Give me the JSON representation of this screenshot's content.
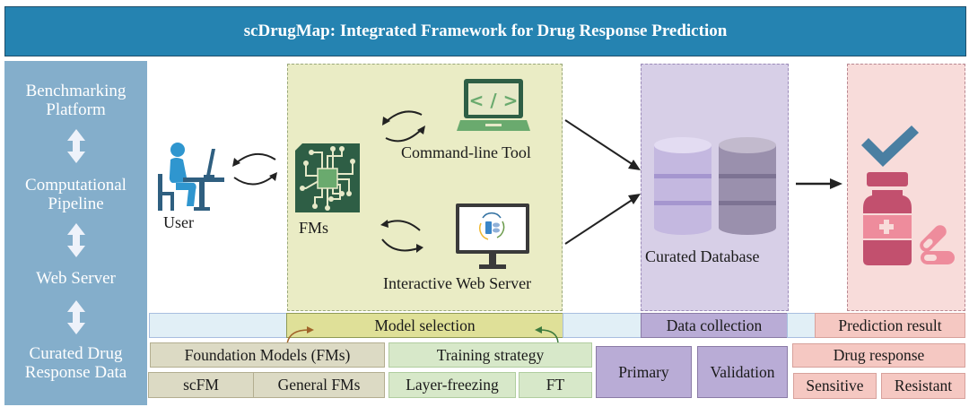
{
  "header": {
    "title": "scDrugMap: Integrated Framework for Drug Response Prediction",
    "background_color": "#2583b1"
  },
  "sidebar": {
    "items": [
      {
        "label_line1": "Benchmarking",
        "label_line2": "Platform"
      },
      {
        "label_line1": "Computational",
        "label_line2": "Pipeline"
      },
      {
        "label_line1": "Web Server",
        "label_line2": ""
      },
      {
        "label_line1": "Curated Drug",
        "label_line2": "Response Data"
      }
    ],
    "connector_icon": "double-arrow-vertical",
    "background_color": "#84aecb"
  },
  "flow": {
    "user": {
      "label": "User",
      "icon": "user-at-computer-icon"
    },
    "fms": {
      "label": "FMs",
      "icon": "circuit-chip-icon"
    },
    "command_line": {
      "label": "Command-line Tool",
      "icon": "laptop-code-icon"
    },
    "web_server": {
      "label": "Interactive Web Server",
      "icon": "monitor-web-app-icon"
    },
    "database": {
      "label": "Curated Database",
      "icon": "database-cylinders-icon"
    },
    "prediction": {
      "icon": "medicine-bottle-check-icon"
    }
  },
  "bottom": {
    "stages": {
      "model_selection": "Model selection",
      "data_collection": "Data collection",
      "prediction_result": "Prediction result"
    },
    "foundation_models": {
      "title": "Foundation Models (FMs)",
      "children": [
        "scFM",
        "General FMs"
      ]
    },
    "training_strategy": {
      "title": "Training strategy",
      "children": [
        "Layer-freezing",
        "FT"
      ]
    },
    "data": {
      "children": [
        "Primary",
        "Validation"
      ]
    },
    "drug_response": {
      "title": "Drug response",
      "children": [
        "Sensitive",
        "Resistant"
      ]
    }
  },
  "colors": {
    "fm_panel": "#eaecc5",
    "database_panel": "#d7cfe7",
    "prediction_panel": "#f8dcda",
    "user_blue": "#2f96cf",
    "chip_green": "#2e5e45",
    "laptop_green": "#6aaa6e",
    "check_blue": "#4a7fa2",
    "bottle_pink": "#c2506e"
  }
}
